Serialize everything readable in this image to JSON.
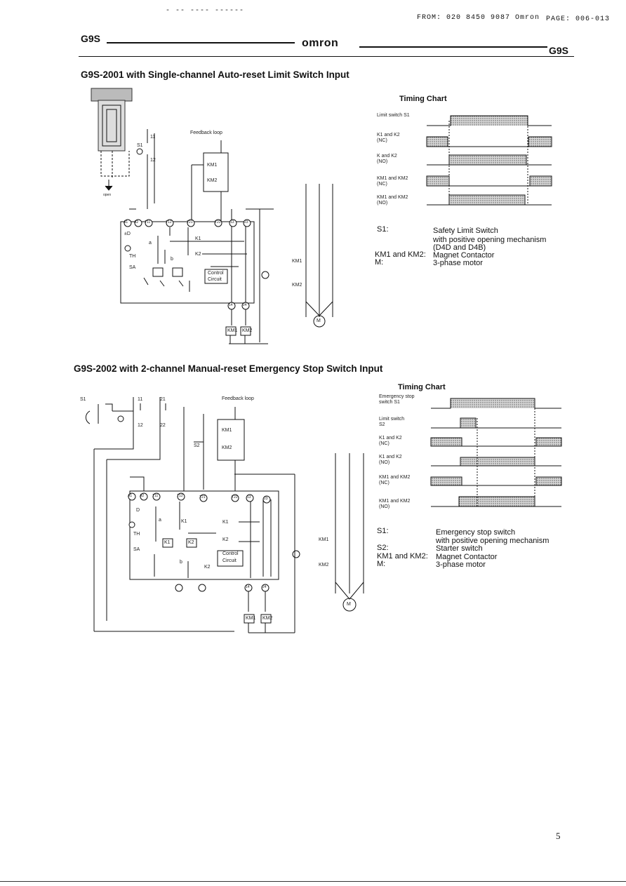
{
  "fax_header": {
    "left_mark": "- -- ---- ------",
    "from": "FROM: 020 8450 9087 Omron",
    "page": "PAGE: 006-013"
  },
  "header": {
    "left": "G9S",
    "brand": "omron",
    "right": "G9S"
  },
  "section1": {
    "title": "G9S-2001 with Single-channel Auto-reset Limit Switch Input",
    "feedback_label": "Feedback loop",
    "open_label": "open",
    "timing_title": "Timing Chart",
    "signals": [
      {
        "label": "Limit switch S1",
        "label2": ""
      },
      {
        "label": "K1 and K2",
        "label2": "(NC)"
      },
      {
        "label": "K  and K2",
        "label2": "(NO)"
      },
      {
        "label": "KM1 and KM2",
        "label2": "(NC)"
      },
      {
        "label": "KM1 and KM2",
        "label2": "(NO)"
      }
    ],
    "legend": [
      {
        "key": "S1:",
        "text": "Safety Limit Switch"
      },
      {
        "key": "",
        "text": "with positive opening mechanism"
      },
      {
        "key": "",
        "text": "(D4D and D4B)"
      },
      {
        "key": "KM1 and KM2:",
        "text": "Magnet Contactor"
      },
      {
        "key": "M:",
        "text": "3-phase motor"
      }
    ]
  },
  "section2": {
    "title": "G9S-2002 with 2-channel Manual-reset Emergency Stop Switch Input",
    "feedback_label": "Feedback loop",
    "timing_title": "Timing Chart",
    "signals": [
      {
        "label": "Emergency stop",
        "label2": "switch S1"
      },
      {
        "label": "Limit switch",
        "label2": "S2"
      },
      {
        "label": "K1 and K2",
        "label2": "(NC)"
      },
      {
        "label": "K1 and K2",
        "label2": "(NO)"
      },
      {
        "label": "KM1 and KM2",
        "label2": "(NC)"
      },
      {
        "label": "KM1 and KM2",
        "label2": "(NO)"
      }
    ],
    "legend": [
      {
        "key": "S1:",
        "text": "Emergency stop switch"
      },
      {
        "key": "",
        "text": "with positive opening mechanism"
      },
      {
        "key": "S2:",
        "text": "Starter switch"
      },
      {
        "key": "KM1 and KM2:",
        "text": "Magnet Contactor"
      },
      {
        "key": "M:",
        "text": "3-phase motor"
      }
    ]
  },
  "terminals": {
    "a1": "A1",
    "a2": "A2",
    "t11": "T11",
    "t12": "T12",
    "t21": "T21",
    "t22": "T22",
    "t13": "13",
    "t23": "23",
    "t14": "14",
    "t24": "24",
    "km1": "KM1",
    "km2": "KM2",
    "motor": "M",
    "k1": "K1",
    "k2": "K2",
    "control": "Control",
    "circuit": "Circuit",
    "th": "TH",
    "sa": "SA",
    "s1": "S1",
    "s2": "S2",
    "n11": "11",
    "n12": "12",
    "n21": "21",
    "n22": "22",
    "a": "a",
    "b": "b",
    "d": "D",
    "plus_minus": "±D"
  },
  "page_number": "5"
}
